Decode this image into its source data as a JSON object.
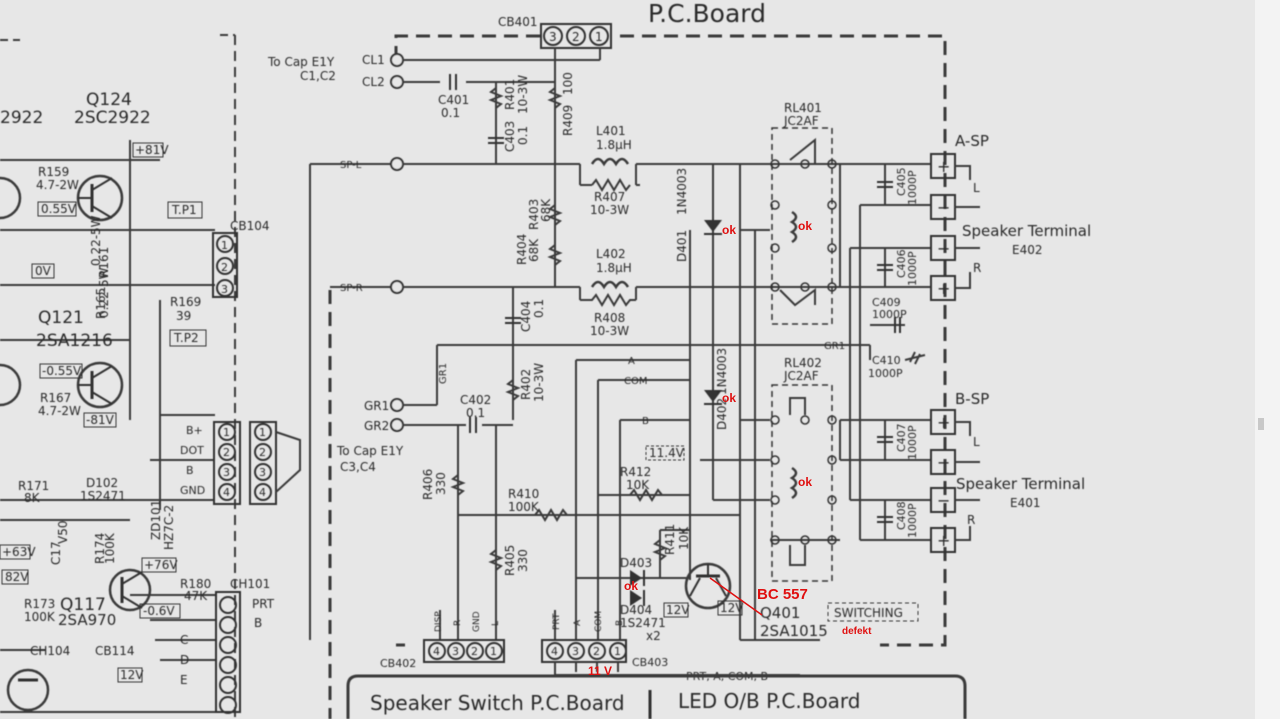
{
  "title": "P.C.Board",
  "left_section": {
    "q124": "Q124",
    "q124_type": "2SC2922",
    "left_type": "2922",
    "r159": "R159",
    "r159_val": "4.7-2W",
    "v055": "0.55V",
    "plus_81v": "+81V",
    "tp1": "T.P1",
    "tp2": "T.P2",
    "cb104": "CB104",
    "r161": "R161",
    "r161_val": "0.22-5W",
    "r165": "R165",
    "r165_val": "0.22-5W",
    "r169": "R169",
    "r169_val": "39",
    "ov": "0V",
    "q121": "Q121",
    "q121_type": "2SA1216",
    "neg055": "-0.55V",
    "r167": "R167",
    "r167_val": "4.7-2W",
    "neg81": "-81V",
    "d102": "D102",
    "d102_type": "1S2471",
    "r171": "R171",
    "r171_val": "8K",
    "zd101": "ZD101",
    "zd101_val": "HZ7C-2",
    "plus76": "+76V",
    "plus63": "+63V",
    "v82": "82V",
    "c17": "C17",
    "v50": "V50",
    "r174": "R174",
    "r174_val": "100K",
    "r173": "R173",
    "r173_val": "100K",
    "q117": "Q117",
    "q117_type": "2SA970",
    "r180": "R180",
    "r180_val": "47K",
    "neg06": "-0.6V",
    "ch101": "CH101",
    "ch104": "CH104",
    "cb114": "CB114",
    "v12": "12V",
    "prt": "PRT",
    "b": "B",
    "c": "C",
    "d": "D",
    "e": "E"
  },
  "connectors": {
    "cb401": "CB401",
    "cb402": "CB402",
    "cb403": "CB403",
    "cb401_pins": [
      "1",
      "2",
      "3"
    ],
    "cb402_pins": [
      "4",
      "3",
      "2",
      "1"
    ],
    "cb402_labels": [
      "DISP",
      "R",
      "GND",
      "L"
    ],
    "cb403_pins": [
      "4",
      "3",
      "2",
      "1"
    ],
    "cb403_labels": [
      "PRT",
      "A",
      "COM",
      "B"
    ],
    "cb403_bus": "PRT, A, COM, B",
    "bus_labels": [
      "B+",
      "DOT",
      "B",
      "GND"
    ],
    "bus_pins": [
      "1",
      "2",
      "3",
      "4"
    ]
  },
  "inputs": {
    "to_cap_1": "To Cap E1Y",
    "to_cap_1b": "C1,C2",
    "cl1": "CL1",
    "cl2": "CL2",
    "gr1": "GR1",
    "gr2": "GR2",
    "to_cap_2": "To Cap E1Y",
    "to_cap_2b": "C3,C4",
    "sp_l": "SP-L",
    "sp_r": "SP-R",
    "gr1_line": "GR1",
    "a_line": "A",
    "com_line": "COM",
    "b_line": "B"
  },
  "components": {
    "c401": "C401",
    "c401_val": "0.1",
    "r401": "R401",
    "r401_val": "10-3W",
    "c403": "C403",
    "c403_val": "0.1",
    "r409": "R409",
    "r409_val": "100",
    "l401": "L401",
    "l401_val": "1.8μH",
    "r407": "R407",
    "r407_val": "10-3W",
    "r403": "R403",
    "r403_val": "68K",
    "r404": "R404",
    "r404_val": "68K",
    "l402": "L402",
    "l402_val": "1.8μH",
    "r408": "R408",
    "r408_val": "10-3W",
    "c404": "C404",
    "c404_val": "0.1",
    "d401": "D401",
    "d401_type": "1N4003",
    "d402": "D402",
    "d402_type": "1N4003",
    "r402": "R402",
    "r402_val": "10-3W",
    "c402": "C402",
    "c402_val": "0.1",
    "r406": "R406",
    "r406_val": "330",
    "r405": "R405",
    "r405_val": "330",
    "r410": "R410",
    "r410_val": "100K",
    "r412": "R412",
    "r412_val": "10K",
    "r411": "R411",
    "r411_val": "10K",
    "d403": "D403",
    "d404": "D404",
    "d404_type": "1S2471",
    "d404_x": "x2",
    "v114": "11.4V",
    "v12a": "12V",
    "v12b": "12V",
    "q401": "Q401",
    "q401_type": "2SA1015",
    "switching": "SWITCHING",
    "rl401": "RL401",
    "rl401_type": "JC2AF",
    "rl402": "RL402",
    "rl402_type": "JC2AF",
    "c405": "C405",
    "c405_val": "1000P",
    "c406": "C406",
    "c406_val": "1000P",
    "c409": "C409",
    "c409_val": "1000P",
    "c410": "C410",
    "c410_val": "1000P",
    "c407": "C407",
    "c407_val": "1000P",
    "c408": "C408",
    "c408_val": "1000P"
  },
  "terminals": {
    "a_sp": "A-SP",
    "b_sp": "B-SP",
    "speaker_terminal_1": "Speaker Terminal",
    "e402": "E402",
    "speaker_terminal_2": "Speaker Terminal",
    "e401": "E401",
    "l": "L",
    "r": "R",
    "plus": "+",
    "minus": "−"
  },
  "boards": {
    "speaker_switch": "Speaker Switch P.C.Board",
    "led_ob": "LED O/B  P.C.Board"
  },
  "annotations": {
    "ok": "ok",
    "bc557": "BC 557",
    "defekt": "defekt",
    "v11": "11 V"
  }
}
